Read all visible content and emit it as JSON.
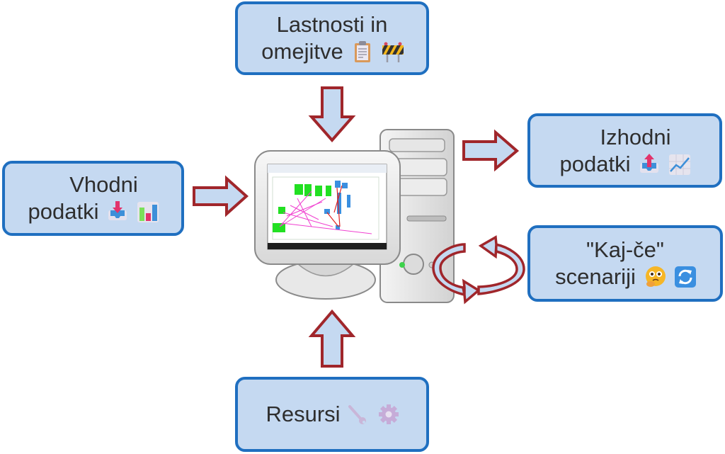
{
  "boxes": {
    "constraints": {
      "line1": "Lastnosti in",
      "line2": "omejitve",
      "icons": [
        "clipboard-icon",
        "construction-barrier-icon"
      ]
    },
    "inputs": {
      "line1": "Vhodni",
      "line2": "podatki",
      "icons": [
        "inbox-tray-icon",
        "bar-chart-icon"
      ]
    },
    "outputs": {
      "line1": "Izhodni",
      "line2": "podatki",
      "icons": [
        "outbox-tray-icon",
        "line-chart-icon"
      ]
    },
    "scenarios": {
      "line1": "\"Kaj-če\"",
      "line2": "scenariji",
      "icons": [
        "thinking-face-icon",
        "refresh-arrows-icon"
      ]
    },
    "resources": {
      "line1": "Resursi",
      "icons": [
        "wrench-icon",
        "gear-icon"
      ]
    }
  },
  "colors": {
    "box_fill": "#c5d9f1",
    "box_border": "#1f6fc0",
    "arrow_fill": "#c5d9f1",
    "arrow_border": "#a0262b",
    "text": "#2e2e2e"
  }
}
